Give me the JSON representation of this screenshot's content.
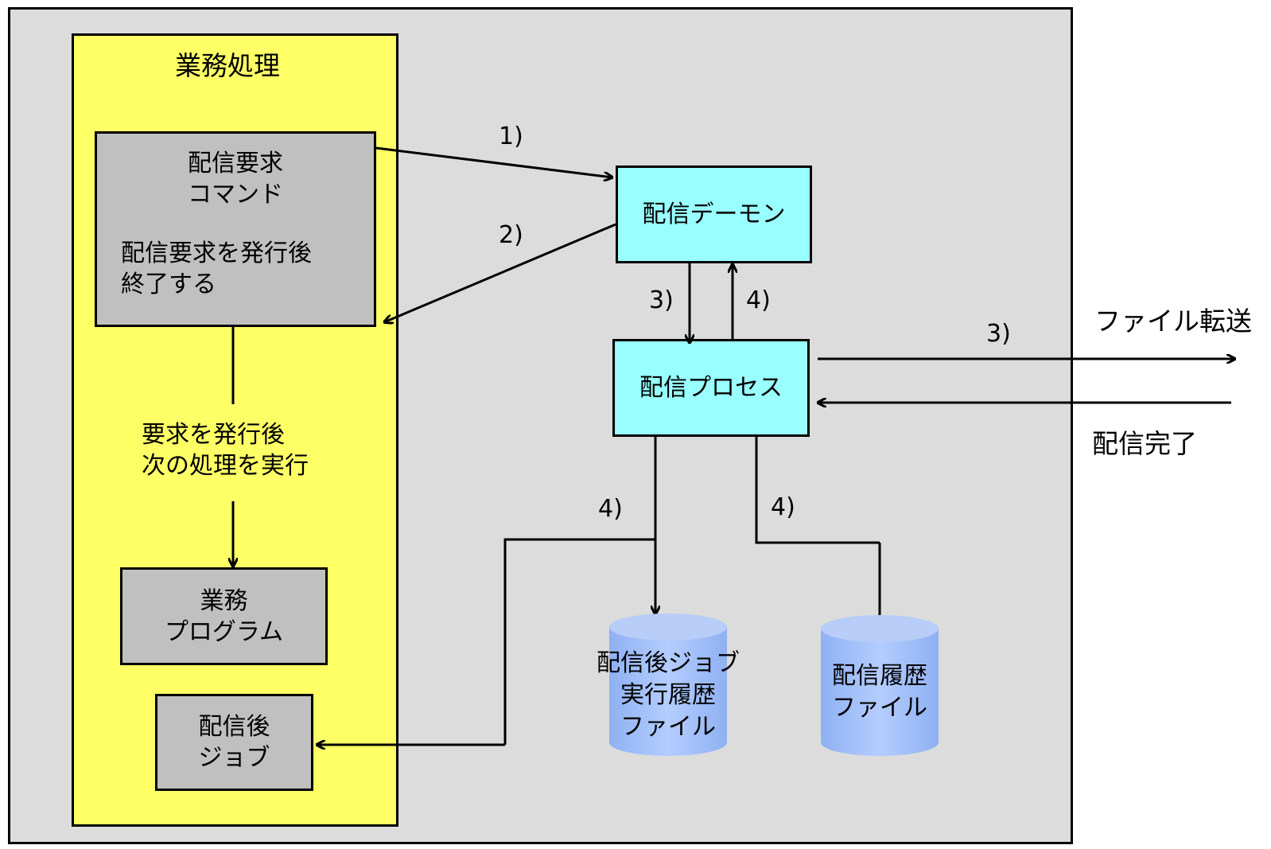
{
  "business": {
    "title": "業務処理",
    "command_box": {
      "title_line1": "配信要求",
      "title_line2": "コマンド",
      "desc_line1": "配信要求を発行後",
      "desc_line2": "終了する"
    },
    "flow_note_line1": "要求を発行後",
    "flow_note_line2": "次の処理を実行",
    "program_box_line1": "業務",
    "program_box_line2": "プログラム",
    "post_job_box_line1": "配信後",
    "post_job_box_line2": "ジョブ"
  },
  "daemon": {
    "label": "配信デーモン"
  },
  "process": {
    "label": "配信プロセス"
  },
  "db_job_history": {
    "line1": "配信後ジョブ",
    "line2": "実行履歴",
    "line3": "ファイル"
  },
  "db_delivery_history": {
    "line1": "配信履歴",
    "line2": "ファイル"
  },
  "external": {
    "file_transfer": "ファイル転送",
    "delivery_done": "配信完了"
  },
  "steps": {
    "s1": "1)",
    "s2": "2)",
    "s3a": "3)",
    "s4a": "4)",
    "s3b": "3)",
    "s4b": "4)",
    "s4c": "4)"
  },
  "colors": {
    "background": "#dcdcdc",
    "business": "#ffff66",
    "gray_box": "#c0c0c0",
    "cyan_box": "#99ffff",
    "cylinder": "#a6bfff"
  }
}
